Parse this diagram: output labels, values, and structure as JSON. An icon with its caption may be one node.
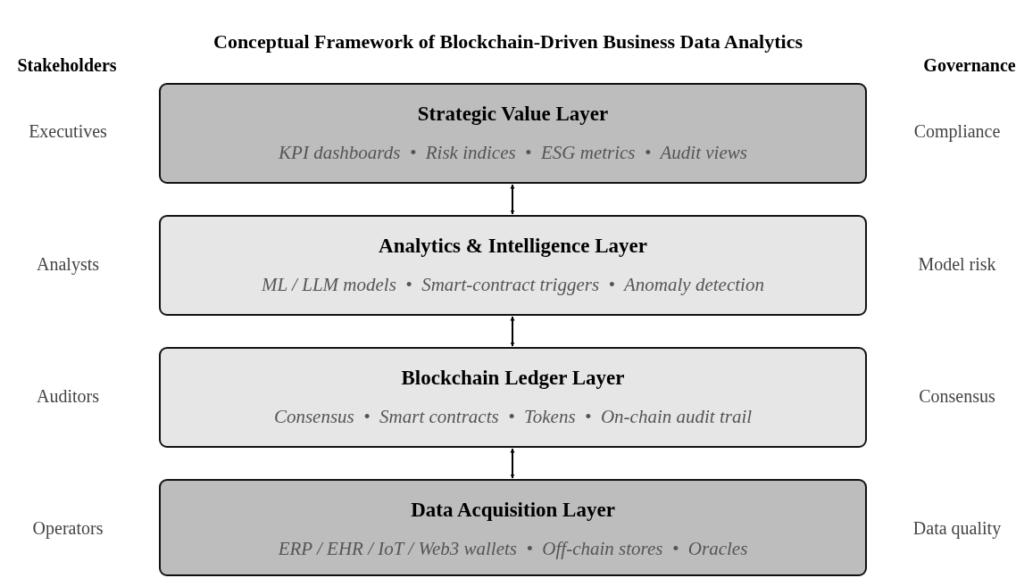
{
  "diagram": {
    "title": "Conceptual Framework of Blockchain-Driven Business Data Analytics",
    "nodes": [
      {
        "text": [
          "Strategic Value Layer",
          "KPI dashboards  •  Risk indices  •  ESG metrics  •  Audit views"
        ]
      },
      {
        "text": [
          "Analytics & Intelligence Layer",
          "ML / LLM models  •  Smart-contract triggers  •  Anomaly detection"
        ]
      },
      {
        "text": [
          "Blockchain Ledger Layer",
          "Consensus  •  Smart contracts  •  Tokens  •  On-chain audit trail"
        ]
      },
      {
        "text": [
          "Data Acquisition Layer",
          "ERP / EHR / IoT / Web3 wallets  •  Off-chain stores  •  Oracles"
        ]
      }
    ],
    "edges": [
      {
        "from": 0,
        "to": 1,
        "arrow": "both"
      },
      {
        "from": 1,
        "to": 2,
        "arrow": "both"
      },
      {
        "from": 2,
        "to": 3,
        "arrow": "both"
      }
    ],
    "labels": [
      "Stakeholders",
      "Governance",
      "Executives",
      "Compliance",
      "Analysts",
      "Model risk",
      "Auditors",
      "Consensus",
      "Operators",
      "Data quality"
    ]
  }
}
